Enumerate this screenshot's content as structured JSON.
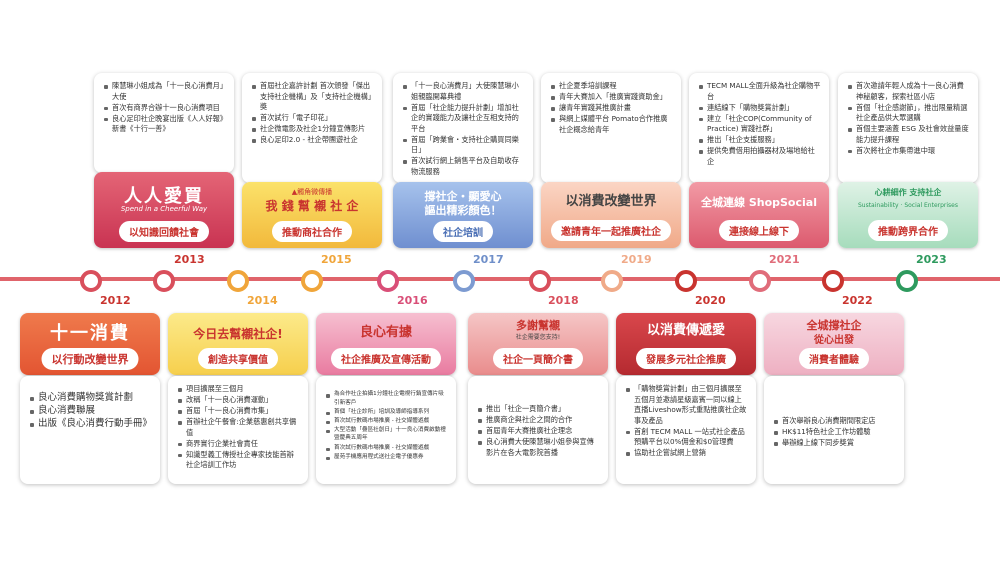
{
  "years": [
    "2012",
    "2013",
    "2014",
    "2015",
    "2016",
    "2017",
    "2018",
    "2019",
    "2020",
    "2021",
    "2022",
    "2023"
  ],
  "banners": {
    "b2012": {
      "logo": "十一消費",
      "title": "以行動改變世界"
    },
    "b2013": {
      "logo": "人人愛買",
      "tagline": "Spend in a Cheerful Way",
      "title": "以知識回饋社會"
    },
    "b2014": {
      "logo": "今日去幫襯社企!",
      "title": "創造共享價值"
    },
    "b2015": {
      "logo": "我 錢 幫 襯 社 企",
      "small": "▲觸角微傳播",
      "title": "推動商社合作"
    },
    "b2016": {
      "logo": "良心有據",
      "title": "社企推廣及宣傳活動"
    },
    "b2017": {
      "logo": "撐社企・顯愛心",
      "logo2": "謳出精彩顏色！",
      "title": "社企培訓"
    },
    "b2018": {
      "logo": "多謝幫襯",
      "logo2": "社企需要您支持!",
      "title": "社企一頁簡介書"
    },
    "b2019": {
      "logo": "以消費改變世界",
      "title": "邀請青年一起推廣社企"
    },
    "b2020": {
      "logo": "以消費傳遞愛",
      "title": "發展多元社企推廣"
    },
    "b2021": {
      "logo": "全城連線 ShopSocial",
      "title": "連接線上線下"
    },
    "b2022": {
      "logo": "全城撐社企",
      "logo2": "從心出發",
      "title": "消費者體驗"
    },
    "b2023": {
      "logo": "心耕細作 支持社企",
      "logo2": "Sustainability · Social Enterprises",
      "title": "推動跨界合作"
    }
  },
  "cards": {
    "c2012": [
      "良心消費購物獎賞計劃",
      "良心消費聯展",
      "出版《良心消費行動手冊》"
    ],
    "c2013": [
      "陳慧琳小姐成為「十一良心消費月」大使",
      "首次有商界合辦十一良心消費項目",
      "良心足印社企晚宴出版《人人好報》新書《十行一善》"
    ],
    "c2014": [
      "項目擴展至三個月",
      "改稱「十一良心消費運動」",
      "首屆「十一良心消費市集」",
      "首辦社企午餐會:企業慈惠創共享價值",
      "商界實行企業社會責任",
      "知識型義工傳授社企專家技能首辦社企培訓工作坊"
    ],
    "c2015": [
      "首屆社企嘉許計劃 首次頒發「傑出支持社企機構」及「支持社企機構」獎",
      "首次試行「電子印花」",
      "社企微電影及社企1分鐘宣傳影片",
      "良心足印2.0 - 社企帶團遊社企"
    ],
    "c2016": [
      "為合作社企拍攝1分鐘社企電視行銷宣傳片吸引新客戶",
      "首個「社企診所」培訓及導師指導系列",
      "首次試行數碼市場推廣 - 社交媒體遊戲",
      "大型活動「疊區社創日」十一良心消費啟動禮暨慶典五周年",
      "首次試行數碼市場推廣 - 社交媒體遊戲",
      "屋苑手機應用程式送社企電子優惠券"
    ],
    "c2017": [
      "「十一良心消費月」大使陳慧琳小姐親臨開幕典禮",
      "首屆「社企能力提升計劃」增加社企的實踐能力及讓社企互相支持的平台",
      "首屆「跨業會・支持社企購買同樂日」",
      "首次試行網上銷售平台及自助收存物流服務"
    ],
    "c2018": [
      "推出「社企一頁簡介書」",
      "推廣商企與社企之間的合作",
      "首屆青年大賽推廣社企理念",
      "良心消費大使陳慧琳小姐參與宣傳影片在各大電影院首播"
    ],
    "c2019": [
      "社企夏季培訓課程",
      "青年大賽加入「推廣實踐資助金」",
      "讓青年實踐其推廣計畫",
      "與網上媒體平台 Pomato合作推廣社企概念給青年"
    ],
    "c2020": [
      "「購物獎賞計劃」由三個月擴展至五個月並邀請星級嘉賓一同以線上直播Liveshow形式重點推廣社企故事及產品",
      "首創 TECM MALL 一站式社企產品預購平台以0%佣金和$0管理費",
      "協助社企嘗試網上營銷"
    ],
    "c2021": [
      "TECM MALL全面升級為社企購物平台",
      "連結線下「購物獎賞計劃」",
      "建立「社企COP(Community of Practice) 實踐社群」",
      "推出「社企支援服務」",
      "提供免費借用拍攝器材及場地給社企"
    ],
    "c2022": [
      "首次舉辦良心消費期間限定店",
      "HK$11特色社企工作坊體驗",
      "舉辦線上線下同步獎賞"
    ],
    "c2023": [
      "首次邀請年輕人成為十一良心消費神秘顧客，探索社區小店",
      "首個「社企感謝節」，推出限量精選社企產品供大眾選購",
      "首個主要涵蓋 ESG 及社會效益量度能力提升課程",
      "首次將社企市集帶進中環"
    ]
  },
  "colors": {
    "line": "#e0646b",
    "node": "#d94f5c",
    "year": "#c9342f"
  }
}
